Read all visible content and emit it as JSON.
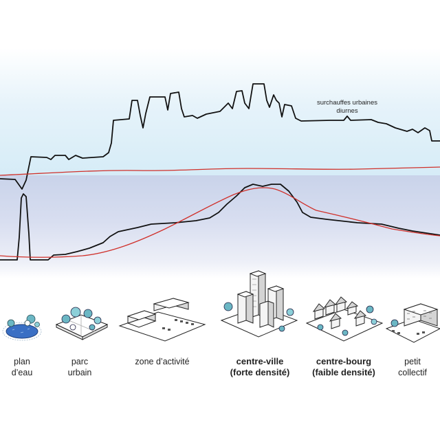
{
  "annotation": {
    "line1": "surchauffes urbaines",
    "line2": "diurnes"
  },
  "zones": [
    {
      "line1": "plan",
      "line2": "d’eau",
      "icon": "water-body-icon"
    },
    {
      "line1": "parc",
      "line2": "urbain",
      "icon": "urban-park-icon"
    },
    {
      "line1": "zone d’activité",
      "line2": "",
      "icon": "business-zone-icon"
    },
    {
      "line1": "centre-ville",
      "line2": "(forte densité)",
      "icon": "city-center-icon"
    },
    {
      "line1": "centre-bourg",
      "line2": "(faible densité)",
      "icon": "town-center-icon"
    },
    {
      "line1": "petit",
      "line2": "collectif",
      "icon": "small-apartment-icon"
    }
  ],
  "colors": {
    "black_line": "#111111",
    "red_line": "#d0302a",
    "day_band": "#d6ecf7",
    "night_band": "#c9d3ea",
    "water": "#3a6fc4",
    "vegetation": "#6bb7c4"
  }
}
